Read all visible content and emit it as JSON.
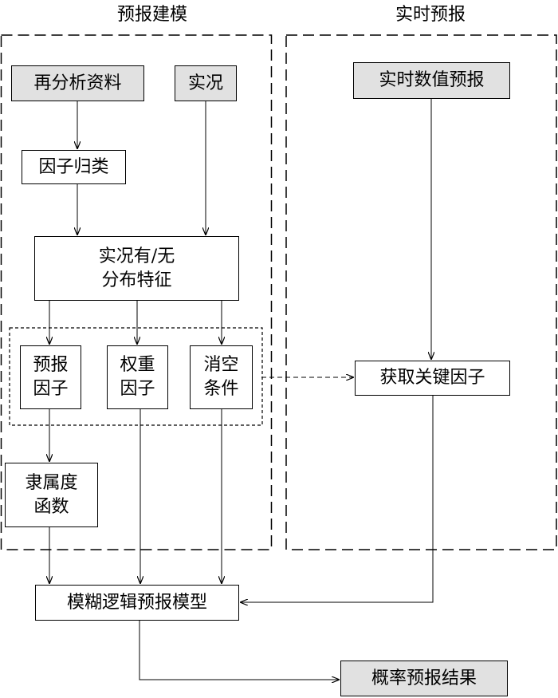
{
  "sections": {
    "modeling": "预报建模",
    "realtime": "实时预报"
  },
  "nodes": {
    "reanalysis": "再分析资料",
    "observation": "实况",
    "factor_classify": "因子归类",
    "distribution": [
      "实况有/无",
      "分布特征"
    ],
    "forecast_factor": [
      "预报",
      "因子"
    ],
    "weight_factor": [
      "权重",
      "因子"
    ],
    "dissipation": [
      "消空",
      "条件"
    ],
    "membership": [
      "隶属度",
      "函数"
    ],
    "realtime_nwp": "实时数值预报",
    "key_factor": "获取关键因子",
    "fuzzy_model": "模糊逻辑预报模型",
    "result": "概率预报结果"
  },
  "colors": {
    "line": "#000000",
    "gray_fill": "#e1e1e1",
    "white_fill": "#ffffff"
  }
}
